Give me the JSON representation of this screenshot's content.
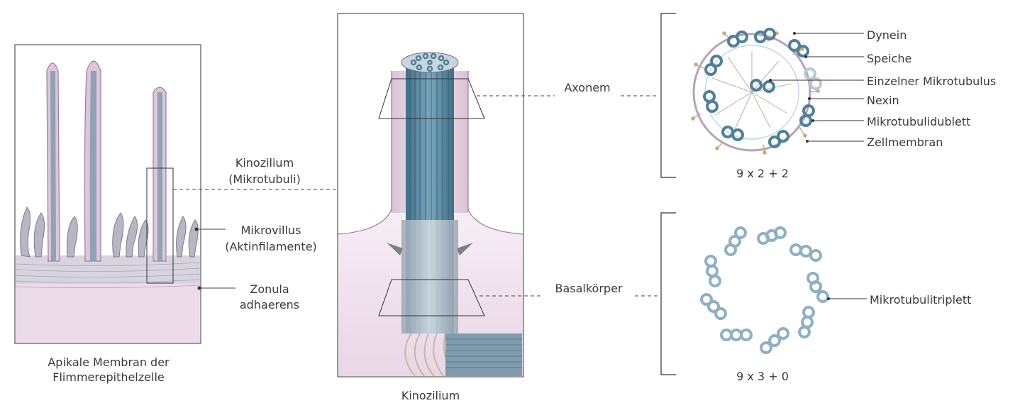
{
  "labels": {
    "cilium_microtubules_1": "Kinozilium",
    "cilium_microtubules_2": "(Mikrotubuli)",
    "microvillus_1": "Mikrovillus",
    "microvillus_2": "(Aktinfilamente)",
    "zonula_1": "Zonula",
    "zonula_2": "adhaerens",
    "axonem": "Axonem",
    "basalkoerper": "Basalkörper",
    "dynein": "Dynein",
    "speiche": "Speiche",
    "einzelner": "Einzelner Mikrotubulus",
    "nexin": "Nexin",
    "dublett": "Mikrotubulidublett",
    "zellmembran": "Zellmembran",
    "triplett": "Mikrotubulitriplett"
  },
  "captions": {
    "apical_1": "Apikale Membran der",
    "apical_2": "Flimmerepithelzelle",
    "kinozilium": "Kinozilium",
    "formula_axonem": "9 x 2 + 2",
    "formula_basal": "9 x 3 + 0"
  },
  "colors": {
    "membrane": "#efe0ec",
    "membrane_stroke": "#9d7f97",
    "microvillus": "#b9b6c4",
    "microtubule": "#5d8fa8",
    "microtubule_light": "#9fbacb",
    "dynein": "#c8a97e",
    "line": "#3a3a3a"
  }
}
